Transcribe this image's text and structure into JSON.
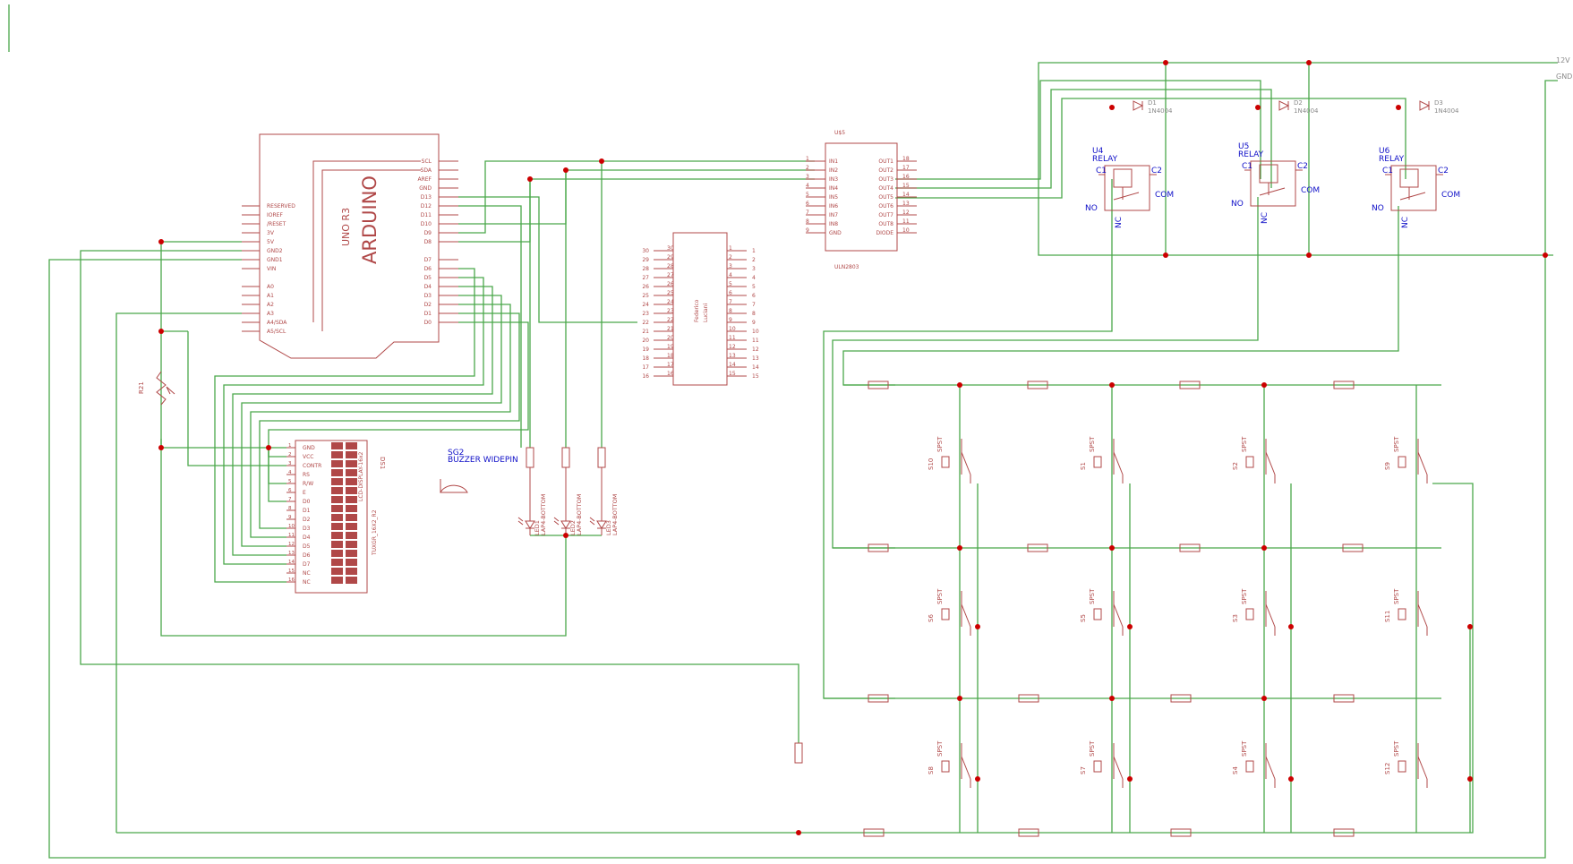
{
  "arduino": {
    "name": "ARDUINO",
    "model": "UNO R3",
    "left_pins": [
      "RESERVED",
      "IOREF",
      "/RESET",
      "3V",
      "5V",
      "GND2",
      "GND1",
      "VIN",
      "A0",
      "A1",
      "A2",
      "A3",
      "A4/SDA",
      "A5/SCL"
    ],
    "right_pins": [
      "SCL",
      "SDA",
      "AREF",
      "GND",
      "D13",
      "D12",
      "D11",
      "D10",
      "D9",
      "D8",
      "D7",
      "D6",
      "D5",
      "D4",
      "D3",
      "D2",
      "D1",
      "D0"
    ]
  },
  "uln": {
    "ref": "U$5",
    "part": "ULN2803",
    "left_pins": [
      "IN1",
      "IN2",
      "IN3",
      "IN4",
      "IN5",
      "IN6",
      "IN7",
      "IN8",
      "GND"
    ],
    "left_nums": [
      "1",
      "2",
      "3",
      "4",
      "5",
      "6",
      "7",
      "8",
      "9"
    ],
    "right_pins": [
      "OUT1",
      "OUT2",
      "OUT3",
      "OUT4",
      "OUT5",
      "OUT6",
      "OUT7",
      "OUT8",
      "DIODE"
    ],
    "right_nums": [
      "18",
      "17",
      "16",
      "15",
      "14",
      "13",
      "12",
      "11",
      "10"
    ]
  },
  "header": {
    "label_line1": "Federico",
    "label_line2": "Luciani",
    "left_nums": [
      "30",
      "29",
      "28",
      "27",
      "26",
      "25",
      "24",
      "23",
      "22",
      "21",
      "20",
      "19",
      "18",
      "17",
      "16"
    ],
    "right_nums": [
      "1",
      "2",
      "3",
      "4",
      "5",
      "6",
      "7",
      "8",
      "9",
      "10",
      "11",
      "12",
      "13",
      "14",
      "15"
    ]
  },
  "lcd": {
    "ref": "DS1",
    "part": "LCD-DISPLAY-16x2",
    "model": "TUXGR_16X2_R2",
    "pin_nums": [
      "1",
      "2",
      "3",
      "4",
      "5",
      "6",
      "7",
      "8",
      "9",
      "10",
      "11",
      "12",
      "13",
      "14",
      "15",
      "16"
    ],
    "pin_names": [
      "GND",
      "VCC",
      "CONTR",
      "RS",
      "R/W",
      "E",
      "D0",
      "D1",
      "D2",
      "D3",
      "D4",
      "D5",
      "D6",
      "D7",
      "NC",
      "NC"
    ]
  },
  "buzzer": {
    "ref": "SG2",
    "part": "BUZZER WIDEPIN"
  },
  "pot": {
    "ref": "R21"
  },
  "leds": [
    {
      "ref": "LED1",
      "part": "LAP4-BOTTOM"
    },
    {
      "ref": "LED2",
      "part": "LAP4-BOTTOM"
    },
    {
      "ref": "LED3",
      "part": "LAP4-BOTTOM"
    }
  ],
  "rails": {
    "vcc": "12V",
    "gnd": "GND"
  },
  "relays": [
    {
      "ref": "U4",
      "part": "RELAY",
      "c1": "C1",
      "c2": "C2",
      "com": "COM",
      "no": "NO",
      "nc": "NC",
      "diode_ref": "D1",
      "diode_part": "1N4004"
    },
    {
      "ref": "U5",
      "part": "RELAY",
      "c1": "C1",
      "c2": "C2",
      "com": "COM",
      "no": "NO",
      "nc": "NC",
      "diode_ref": "D2",
      "diode_part": "1N4004"
    },
    {
      "ref": "U6",
      "part": "RELAY",
      "c1": "C1",
      "c2": "C2",
      "com": "COM",
      "no": "NO",
      "nc": "NC",
      "diode_ref": "D3",
      "diode_part": "1N4004"
    }
  ],
  "switch_type": "SPST",
  "switch_rows": [
    [
      "S10",
      "S1",
      "S2",
      "S9"
    ],
    [
      "S6",
      "S5",
      "S3",
      "S11"
    ],
    [
      "S8",
      "S7",
      "S4",
      "S12"
    ]
  ],
  "colors": {
    "wire": "#4aa84a",
    "part": "#b04848",
    "junction": "#cc0000",
    "relay_label": "#1010c8"
  }
}
